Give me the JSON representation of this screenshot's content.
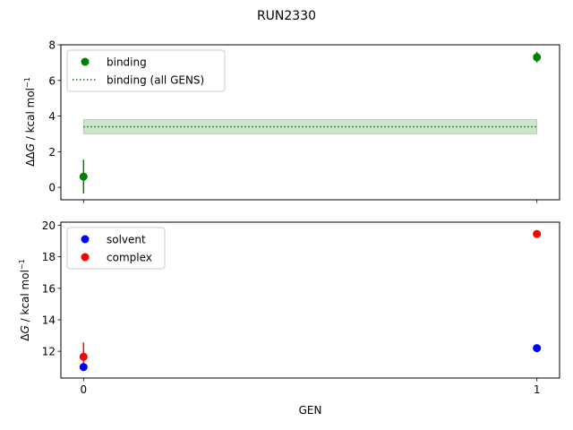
{
  "figure": {
    "title": "RUN2330"
  },
  "chart_data": [
    {
      "type": "scatter",
      "panel": "top",
      "ylabel_main": "ΔΔ",
      "ylabel_var": "G",
      "ylabel_unit": " / kcal mol",
      "ylabel_exp": "−1",
      "ylim": [
        -0.7,
        8.0
      ],
      "yticks": [
        0,
        2,
        4,
        6,
        8
      ],
      "ytick_labels": [
        "0",
        "2",
        "4",
        "6",
        "8"
      ],
      "xlim": [
        -0.05,
        1.05
      ],
      "xticks": [
        0,
        1
      ],
      "series": [
        {
          "name": "binding",
          "color": "#008000",
          "x": [
            0,
            1
          ],
          "y": [
            0.6,
            7.3
          ],
          "yerr": [
            0.95,
            0.3
          ]
        }
      ],
      "reference": {
        "name": "binding (all GENS)",
        "color": "#008000",
        "x_range": [
          0,
          1
        ],
        "y": 3.4,
        "band": [
          3.0,
          3.8
        ]
      },
      "legend": {
        "placement": "upper-left"
      },
      "grid": false
    },
    {
      "type": "scatter",
      "panel": "bottom",
      "ylabel_main": "Δ",
      "ylabel_var": "G",
      "ylabel_unit": " / kcal mol",
      "ylabel_exp": "−1",
      "xlabel": "GEN",
      "ylim": [
        10.3,
        20.2
      ],
      "yticks": [
        12,
        14,
        16,
        18,
        20
      ],
      "ytick_labels": [
        "12",
        "14",
        "16",
        "18",
        "20"
      ],
      "xlim": [
        -0.05,
        1.05
      ],
      "xticks": [
        0,
        1
      ],
      "xtick_labels": [
        "0",
        "1"
      ],
      "series": [
        {
          "name": "solvent",
          "color": "#0000ff",
          "x": [
            0,
            1
          ],
          "y": [
            11.0,
            12.2
          ],
          "yerr": [
            0.1,
            0.05
          ]
        },
        {
          "name": "complex",
          "color": "#ff0000",
          "x": [
            0,
            1
          ],
          "y": [
            11.65,
            19.45
          ],
          "yerr": [
            0.9,
            0.05
          ]
        }
      ],
      "legend": {
        "placement": "upper-left"
      },
      "grid": false
    }
  ]
}
